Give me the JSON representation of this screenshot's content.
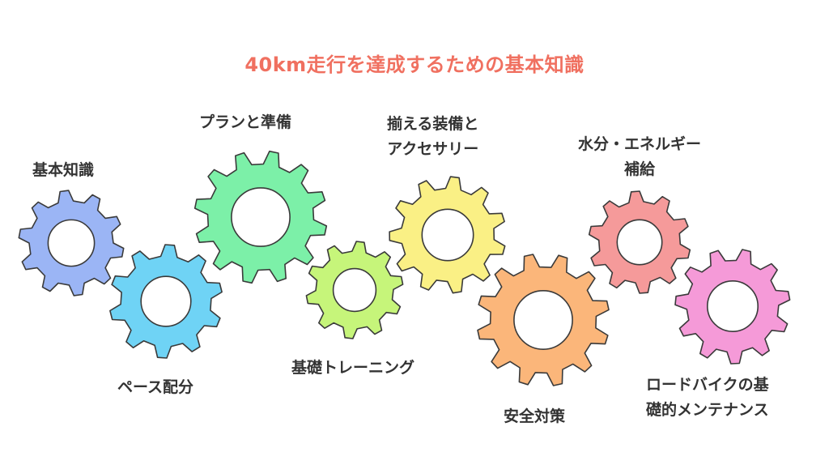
{
  "title": "40km走行を達成するための基本知識",
  "gears": [
    {
      "name": "basic-knowledge",
      "lines": [
        "基本知識"
      ],
      "color": "#9bb5f5"
    },
    {
      "name": "pace",
      "lines": [
        "ペース配分"
      ],
      "color": "#6fd3f5"
    },
    {
      "name": "plan",
      "lines": [
        "プランと準備"
      ],
      "color": "#7cf0a8"
    },
    {
      "name": "training",
      "lines": [
        "基礎トレーニング"
      ],
      "color": "#c6f57a"
    },
    {
      "name": "equipment",
      "lines": [
        "揃える装備と",
        "アクセサリー"
      ],
      "color": "#faf085"
    },
    {
      "name": "safety",
      "lines": [
        "安全対策"
      ],
      "color": "#fbb67a"
    },
    {
      "name": "hydration",
      "lines": [
        "水分・エネルギー",
        "補給"
      ],
      "color": "#f59a9a"
    },
    {
      "name": "maintenance",
      "lines": [
        "ロードバイクの基",
        "礎的メンテナンス"
      ],
      "color": "#f59ad8"
    }
  ],
  "colors": {
    "title": "#f07060",
    "text": "#333333",
    "outline": "#3a3a3a"
  }
}
